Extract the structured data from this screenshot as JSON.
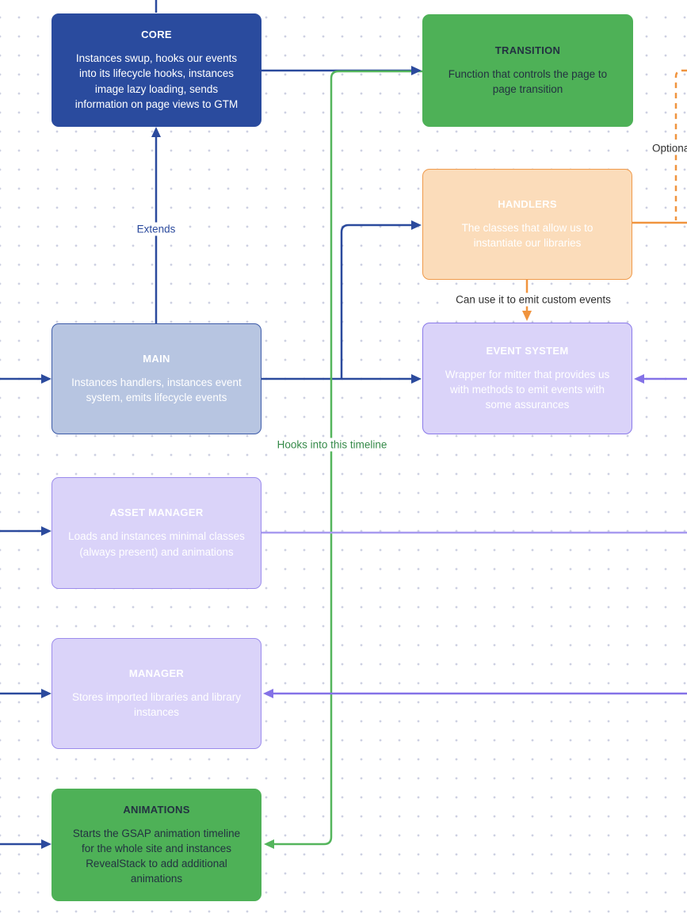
{
  "page": {
    "background": "#ffffff",
    "dot_color": "#cdd0e2"
  },
  "nodes": {
    "core": {
      "title": "CORE",
      "body": "Instances swup, hooks our events into its lifecycle hooks, instances image lazy loading, sends information on page views to GTM",
      "fill": "#2a4b9e",
      "text_color": "#ffffff"
    },
    "transition": {
      "title": "TRANSITION",
      "body": "Function that controls the page to page transition",
      "fill": "#4eb157",
      "text_color": "#233241"
    },
    "handlers": {
      "title": "HANDLERS",
      "body": "The classes that allow us to instantiate our libraries",
      "fill": "#fbdcba",
      "border": "#f09a4b",
      "text_color": "#ffffff"
    },
    "main": {
      "title": "MAIN",
      "body": "Instances handlers, instances event system, emits lifecycle events",
      "fill": "#b7c5e1",
      "border": "#3d5ba9",
      "text_color": "#ffffff"
    },
    "event_system": {
      "title": "EVENT SYSTEM",
      "body": "Wrapper for mitter that provides us with methods to emit events with some assurances",
      "fill": "#dad3f9",
      "border": "#8a79e9",
      "text_color": "#ffffff"
    },
    "asset_manager": {
      "title": "ASSET MANAGER",
      "body": "Loads and instances minimal classes (always present) and animations",
      "fill": "#dad3f9",
      "border": "#9b8bec",
      "text_color": "#ffffff"
    },
    "manager": {
      "title": "MANAGER",
      "body": "Stores imported libraries and library instances",
      "fill": "#dad3f9",
      "border": "#9b8bec",
      "text_color": "#ffffff"
    },
    "animations": {
      "title": "ANIMATIONS",
      "body": "Starts the GSAP animation timeline for the whole site and instances RevealStack to add additional animations",
      "fill": "#4eb157",
      "text_color": "#233241"
    }
  },
  "labels": {
    "extends": "Extends",
    "hooks_timeline": "Hooks into this timeline",
    "emit_events": "Can use it to emit custom events",
    "optional": "Optional"
  },
  "connector_colors": {
    "navy": "#2b4a9d",
    "green": "#54b55c",
    "orange": "#f0943e",
    "purple": "#8472e7",
    "purple_light": "#a89bf0"
  }
}
